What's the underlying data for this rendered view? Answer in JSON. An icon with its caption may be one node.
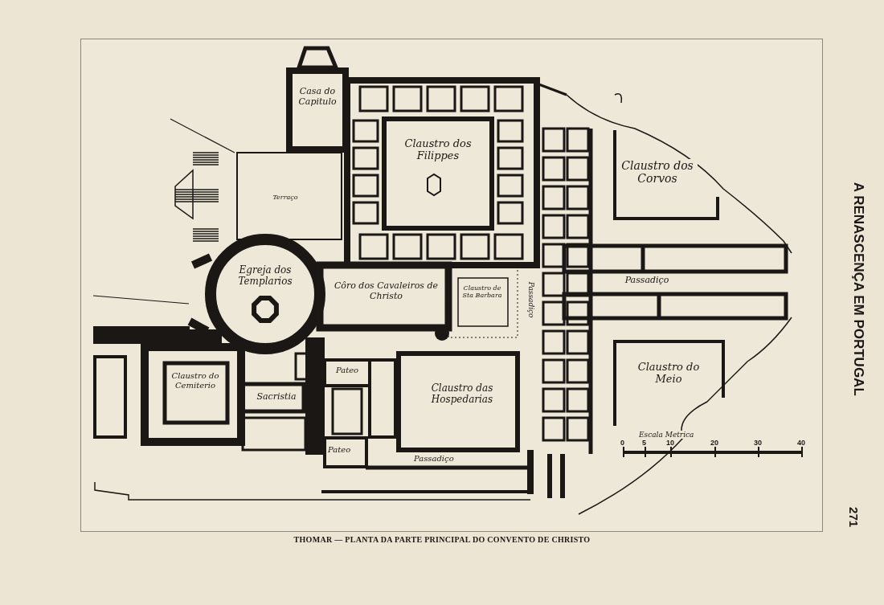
{
  "diagram": {
    "caption": "THOMAR — PLANTA DA PARTE PRINCIPAL DO CONVENTO DE CHRISTO",
    "labels": [
      "A RENASCENÇA EM PORTUGAL",
      "Casa do Capitulo",
      "Claustro dos Filippes",
      "Claustro dos Corvos",
      "Terraço",
      "Egreja dos Templarios",
      "Côro dos Cavaleiros de Christo",
      "Claustro de Sta Barbara",
      "Passadiço",
      "Passadiço",
      "Pateo",
      "Claustro do Cemiterio",
      "Sacristia",
      "Claustro das Hospedarias",
      "Claustro do Meio",
      "Escala Metrica",
      "0",
      "5",
      "10",
      "20",
      "30",
      "40",
      "Pateo",
      "Passadiço",
      "271"
    ]
  }
}
